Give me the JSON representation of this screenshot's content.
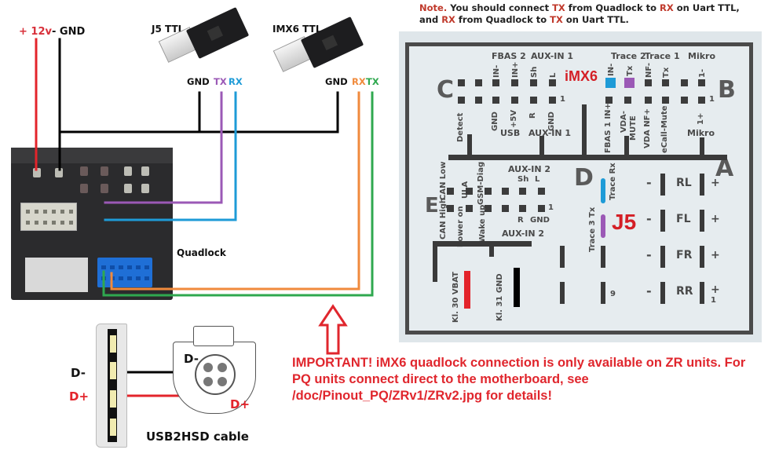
{
  "note": {
    "prefix": "Note.",
    "line1_a": " You should connect ",
    "line1_tx": "TX",
    "line1_b": " from Quadlock to ",
    "line1_rx": "RX",
    "line1_c": " on Uart TTL,",
    "line2_a": "and ",
    "line2_rx": "RX",
    "line2_b": " from Quadlock to ",
    "line2_tx": "TX",
    "line2_c": " on Uart TTL."
  },
  "power": {
    "plus_label": "+ 12v",
    "gnd_label": "- GND"
  },
  "adapters": [
    {
      "title": "J5 TTL",
      "pins": [
        "GND",
        "TX",
        "RX"
      ]
    },
    {
      "title": "IMX6 TTL",
      "pins": [
        "GND",
        "RX",
        "TX"
      ]
    }
  ],
  "quadlock": {
    "label": "Quadlock"
  },
  "usb_cable": {
    "left_dminus": "D-",
    "left_dplus": "D+",
    "hsd_dminus": "D-",
    "hsd_dplus": "D+",
    "caption": "USB2HSD cable"
  },
  "important": {
    "text": "IMPORTANT! iMX6 quadlock connection is only available on ZR units. For PQ units connect direct to the motherboard, see /doc/Pinout_PQ/ZRv1/ZRv2.jpg for details!"
  },
  "pinout": {
    "section_letters": [
      "A",
      "B",
      "C",
      "D",
      "E"
    ],
    "markers": {
      "imx6": "iMX6",
      "j5": "J5"
    },
    "top_group_labels": [
      "FBAS 2",
      "AUX-IN 1",
      "Trace 2",
      "Trace 1",
      "Mikro"
    ],
    "row_c_top_pins": [
      "IN-",
      "IN+",
      "Sh",
      "L"
    ],
    "row_b_top_pins": [
      "IN-",
      "Tx",
      "NF-",
      "Tx",
      "1-"
    ],
    "row_c_bottom_pins": [
      "Detect",
      "GND",
      "+5V",
      "R",
      "GND"
    ],
    "row_b_bottom_pins": [
      "FBAS 1 IN+",
      "VDA-",
      "MUTE",
      "VDA NF+",
      "eCall-Mute",
      "1+"
    ],
    "row_c_group_labels": [
      "USB",
      "AUX-IN 1"
    ],
    "row_b_group_label": "Mikro",
    "pin_one": "1",
    "row_e_top_pins": [
      "CAN Low",
      "ULA",
      "GSM-Diag"
    ],
    "aux_in_2": "AUX-IN 2",
    "aux_in_2_top": [
      "Sh",
      "L"
    ],
    "row_e_bottom_pins": [
      "CAN High",
      "Power on",
      "Wake up"
    ],
    "aux_in_2_bottom": [
      "R",
      "GND"
    ],
    "trace_rx": "Trace Rx",
    "trace_3_tx": "Trace 3 Tx",
    "speakers": [
      "RL",
      "FL",
      "FR",
      "RR"
    ],
    "minus": "-",
    "plus": "+",
    "power_pins": [
      "Kl. 30 VBAT",
      "Kl. 31 GND"
    ],
    "pin_nine": "9",
    "pin_one_rr": "1"
  },
  "colors": {
    "power_red": "#e3242b",
    "gnd_black": "#000000",
    "j5_tx_purple": "#9b59b6",
    "j5_rx_blue": "#1e9bd7",
    "imx6_rx_orange": "#f08a3c",
    "imx6_tx_green": "#2fa84f",
    "alert_red": "#e0262d",
    "note_red": "#c0392b"
  }
}
